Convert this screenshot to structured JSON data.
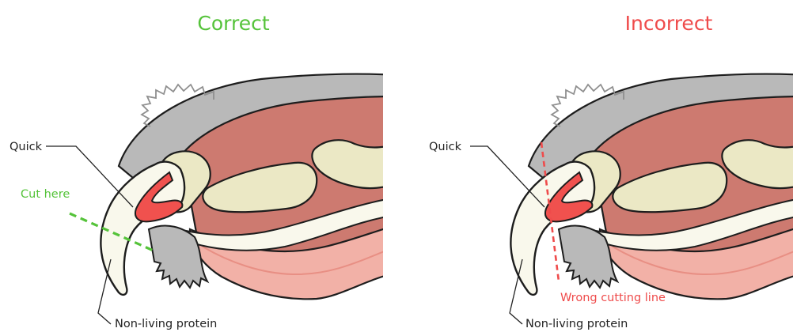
{
  "colors": {
    "correct": "#55c33a",
    "incorrect": "#ef4b4b",
    "fur": "#b9b9b9",
    "fur_stroke": "#8f8f8f",
    "muscle": "#cd7a70",
    "muscle_dark": "#bb6c62",
    "pad": "#f2b1a7",
    "pad_inner": "#e88f84",
    "bone": "#ebe8c5",
    "claw": "#f9f8ec",
    "quick": "#f0514e",
    "outline": "#1d1d1d",
    "leader": "#222222"
  },
  "panels": [
    {
      "title": "Correct",
      "quick_label": "Quick",
      "cut_label": "Cut here",
      "protein_label": "Non-living protein"
    },
    {
      "title": "Incorrect",
      "quick_label": "Quick",
      "cut_label": "Wrong cutting line",
      "protein_label": "Non-living protein"
    }
  ]
}
